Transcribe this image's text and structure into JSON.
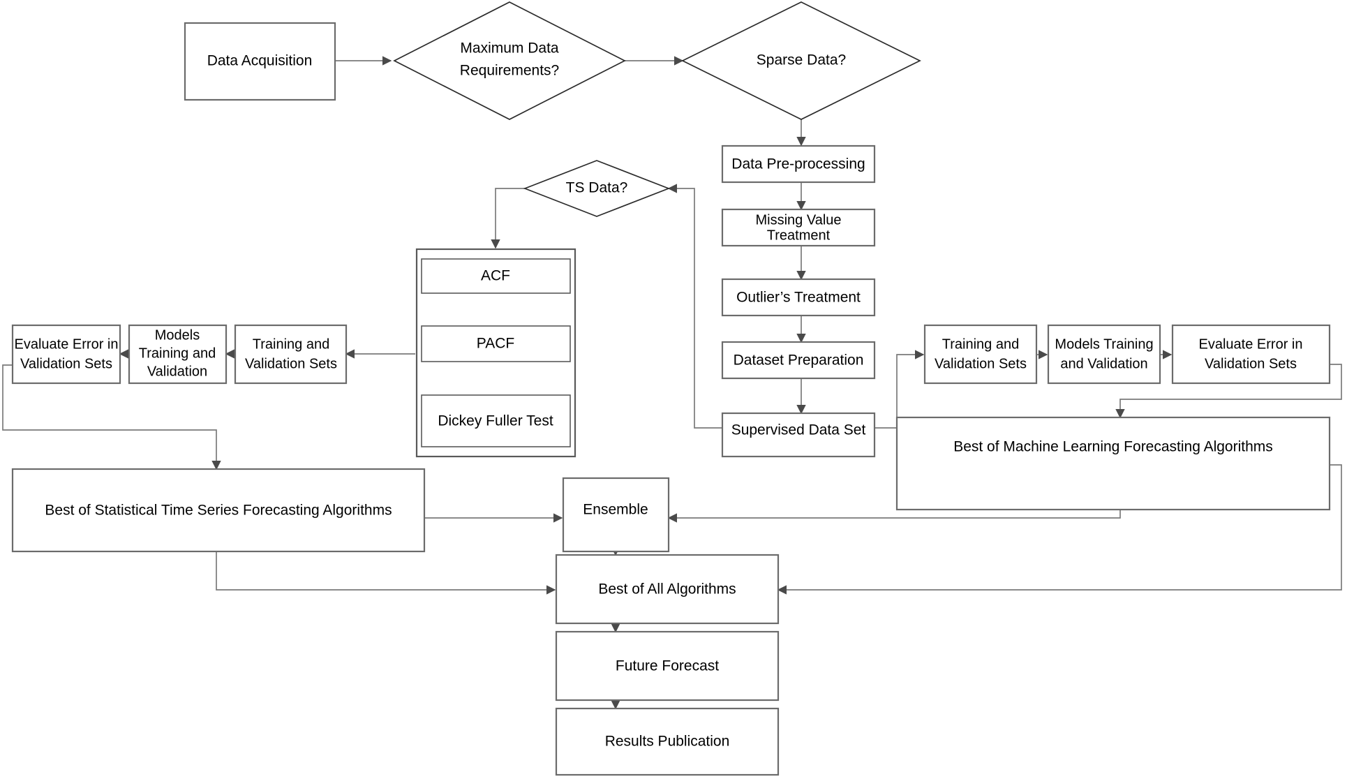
{
  "diagram": {
    "title": "Time Series and Machine Learning Forecasting Pipeline Flowchart",
    "colors": {
      "background": "#ffffff",
      "box_stroke": "#6b6b6b",
      "diamond_stroke": "#2b2b2b",
      "connector_stroke": "#7a7a7a",
      "text": "#000000"
    },
    "nodes": {
      "data_acquisition": "Data Acquisition",
      "maximum_data_requirements": [
        "Maximum Data",
        "Requirements?"
      ],
      "sparse_data": "Sparse Data?",
      "data_preprocessing": "Data Pre-processing",
      "missing_value_treatment": [
        "Missing Value",
        "Treatment"
      ],
      "outliers_treatment": "Outlier’s Treatment",
      "dataset_preparation": "Dataset Preparation",
      "supervised_data_set": "Supervised Data Set",
      "ts_data": "TS Data?",
      "acf": "ACF",
      "pacf": "PACF",
      "dickey_fuller_test": "Dickey Fuller Test",
      "left_training_validation_sets": [
        "Training and",
        "Validation Sets"
      ],
      "left_models_training": [
        "Models",
        "Training and",
        "Validation"
      ],
      "left_evaluate_error": [
        "Evaluate Error in",
        "Validation Sets"
      ],
      "right_training_validation_sets": [
        "Training and",
        "Validation Sets"
      ],
      "right_models_training": [
        "Models Training",
        "and Validation"
      ],
      "right_evaluate_error": [
        "Evaluate Error in",
        "Validation Sets"
      ],
      "best_statistical": "Best  of Statistical Time Series Forecasting Algorithms",
      "best_machine_learning": "Best of Machine Learning Forecasting Algorithms",
      "ensemble": "Ensemble",
      "best_of_all_algorithms": "Best of All Algorithms",
      "future_forecast": "Future Forecast",
      "results_publication": "Results Publication"
    }
  }
}
